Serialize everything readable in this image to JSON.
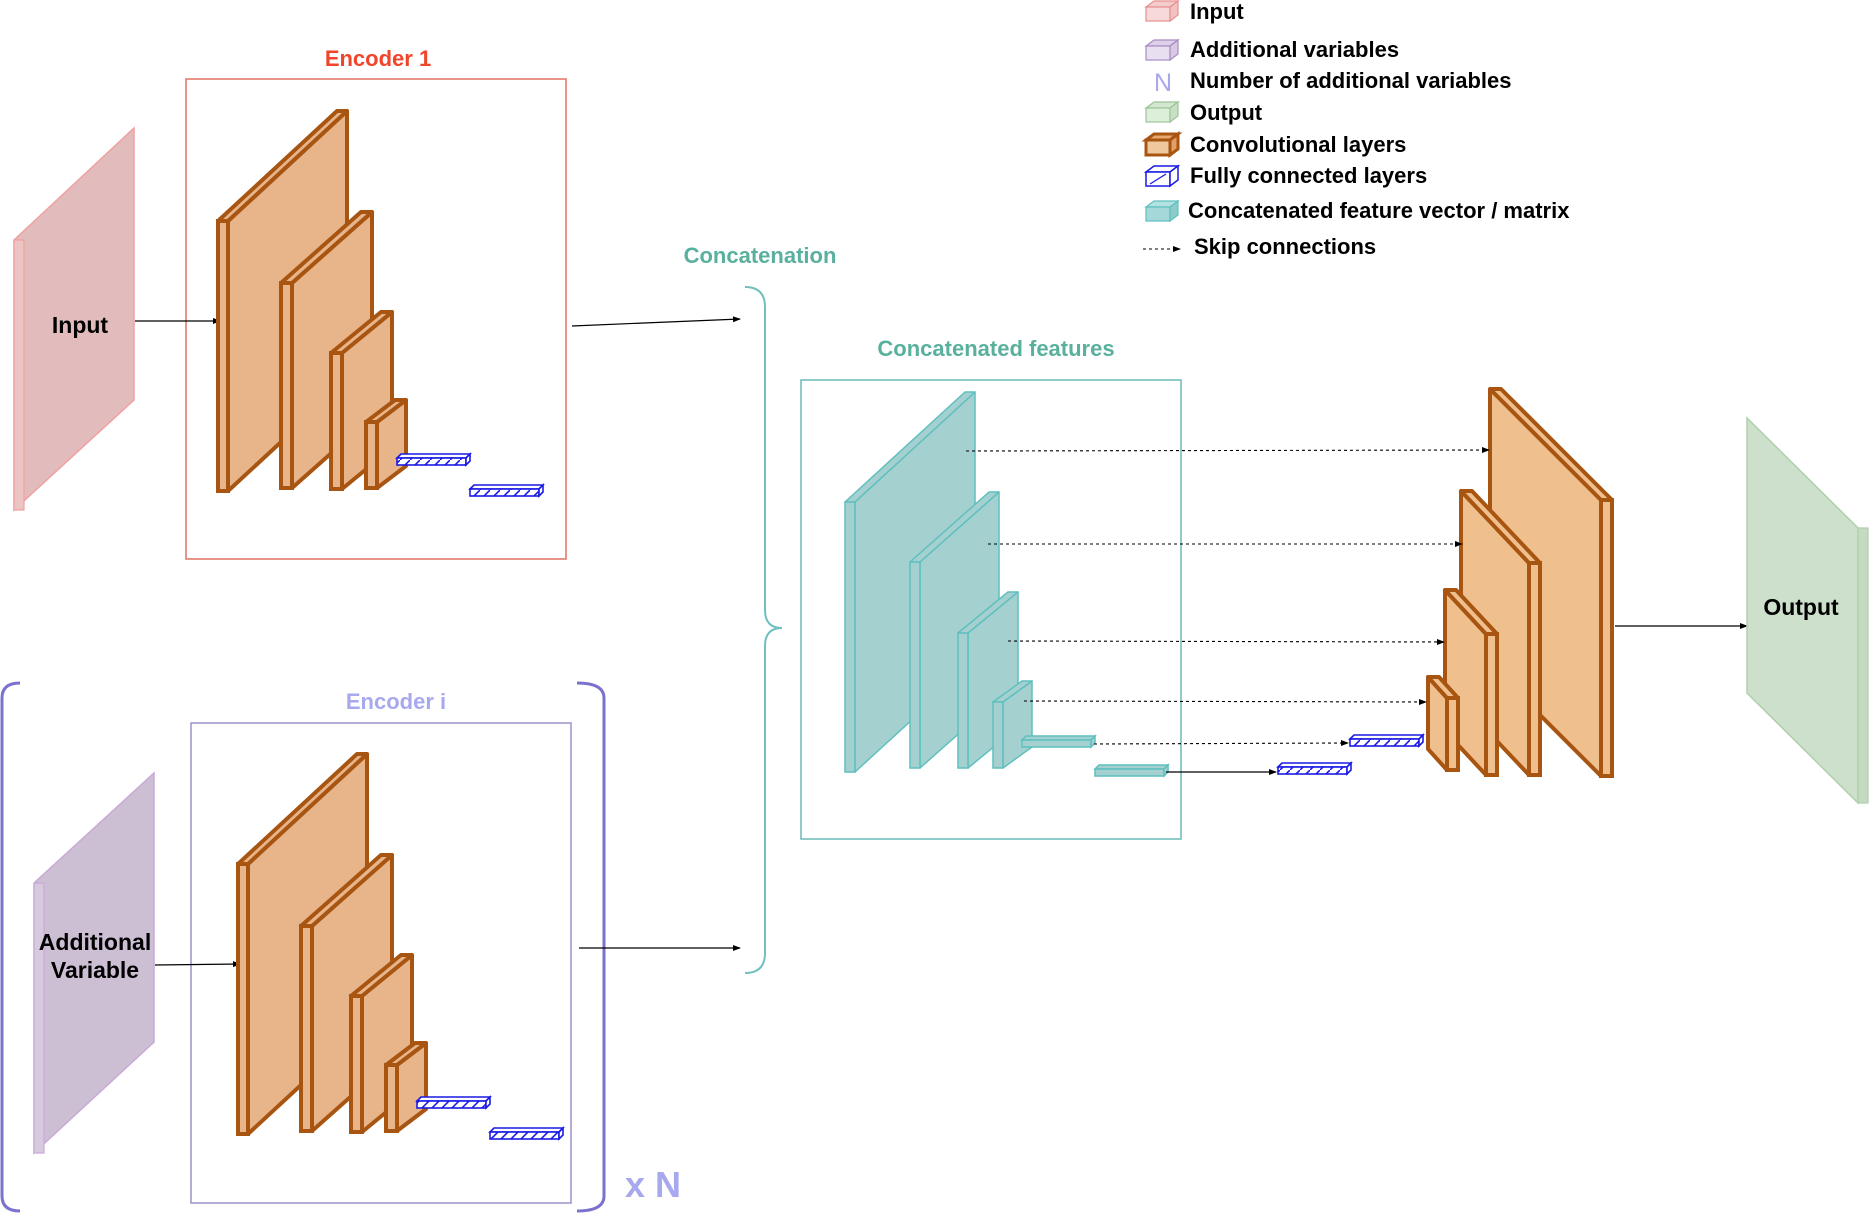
{
  "title": {
    "encoder1": "Encoder 1",
    "encoder_i": "Encoder i",
    "concatenation": "Concatenation",
    "concatenated_features": "Concatenated features",
    "times_n": "x N"
  },
  "blocks": {
    "input": "Input",
    "additional_line1": "Additional",
    "additional_line2": "Variable",
    "output": "Output"
  },
  "legend": {
    "items": [
      {
        "label": "Input",
        "icon": "input-block-icon"
      },
      {
        "label": "Additional variables",
        "icon": "additional-block-icon"
      },
      {
        "label": "Number of additional variables",
        "symbol": "N",
        "icon": "n-symbol-icon"
      },
      {
        "label": "Output",
        "icon": "output-block-icon"
      },
      {
        "label": "Convolutional layers",
        "icon": "conv-layer-icon"
      },
      {
        "label": "Fully connected layers",
        "icon": "fc-layer-icon"
      },
      {
        "label": "Concatenated feature vector / matrix",
        "icon": "concat-feature-icon"
      },
      {
        "label": "Skip connections",
        "icon": "dotted-arrow-icon"
      }
    ]
  },
  "colors": {
    "input_fill": "#e2bcbc",
    "input_stroke": "#f0a0a0",
    "additional_fill": "#cdbfd3",
    "additional_stroke": "#c9a9d8",
    "output_fill": "#cde0cb",
    "output_stroke": "#b0cfac",
    "conv_fill": "#e8b48a",
    "conv_fill_dec": "#f0bf8e",
    "conv_stroke": "#a85512",
    "fc_stroke": "#1a1ae6",
    "concat_fill": "#a5d0d0",
    "concat_stroke": "#5fbfbf",
    "encoder1_title": "#f0452a",
    "encoder1_box": "#e07060",
    "encoder_i_title": "#a8a8ee",
    "encoder_i_box": "#9a92cc",
    "bracket": "#7a72cc",
    "concat_title": "#5ab09e",
    "concat_box": "#6ababa",
    "concat_brace": "#70c0c0",
    "n_symbol": "#a8a8ee"
  }
}
